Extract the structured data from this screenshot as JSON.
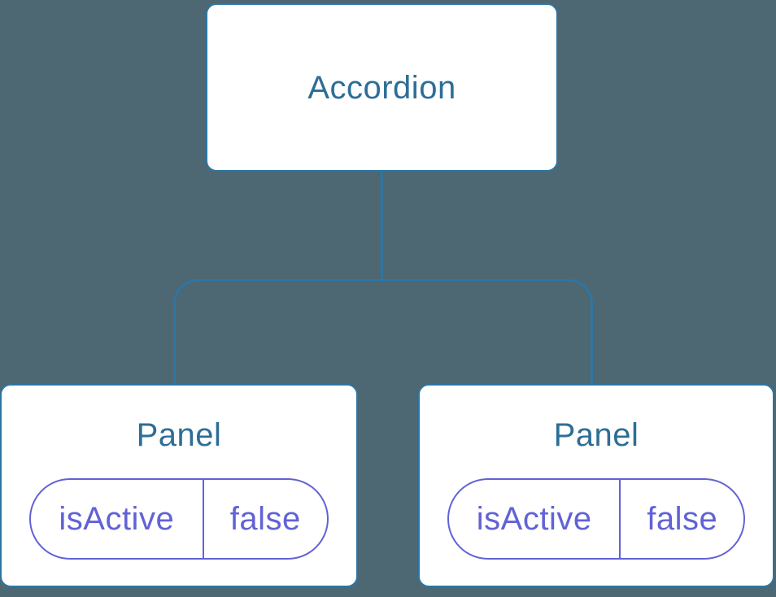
{
  "diagram": {
    "type": "component-tree",
    "colors": {
      "background": "#4D6773",
      "node_border_blue": "#2D76A4",
      "node_label_blue": "#2D6E96",
      "state_purple": "#6262D6",
      "node_fill": "#FFFFFF"
    },
    "root": {
      "label": "Accordion"
    },
    "children": [
      {
        "label": "Panel",
        "state": {
          "key": "isActive",
          "value": "false"
        }
      },
      {
        "label": "Panel",
        "state": {
          "key": "isActive",
          "value": "false"
        }
      }
    ]
  }
}
